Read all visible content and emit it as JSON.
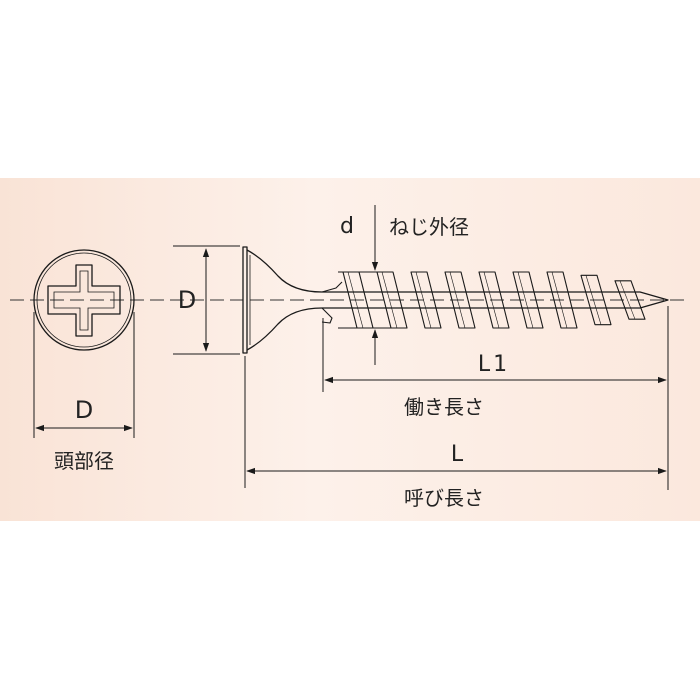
{
  "labels": {
    "head_diameter_left": "D",
    "head_diameter_caption": "頭部径",
    "head_diameter_side": "D",
    "thread_diameter": "d",
    "thread_diameter_caption": "ねじ外径",
    "thread_length": "L1",
    "thread_length_caption": "働き長さ",
    "nominal_length": "L",
    "nominal_length_caption": "呼び長さ"
  },
  "colors": {
    "line": "#1a1a1a",
    "panel_start": "#f9e3d6",
    "panel_end": "#fbe8dd",
    "text": "#222222"
  }
}
